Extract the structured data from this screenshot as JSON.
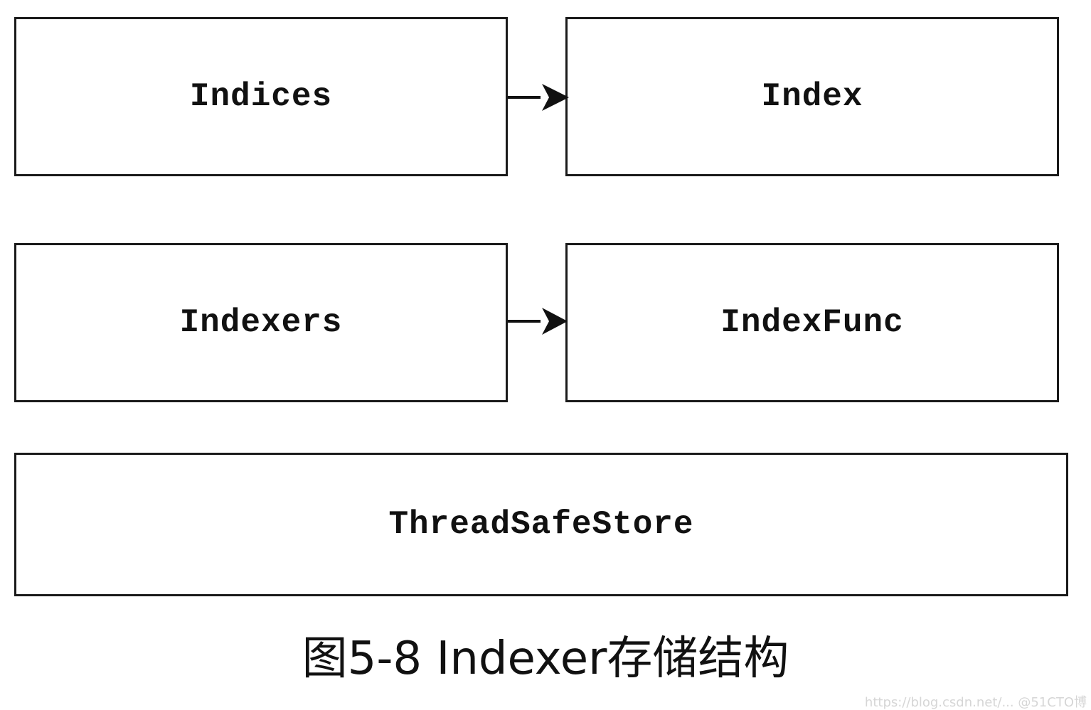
{
  "diagram": {
    "nodes": {
      "indices": "Indices",
      "index": "Index",
      "indexers": "Indexers",
      "indexfunc": "IndexFunc",
      "threadsafestore": "ThreadSafeStore"
    },
    "edges": [
      {
        "from": "Indices",
        "to": "Index"
      },
      {
        "from": "Indexers",
        "to": "IndexFunc"
      }
    ]
  },
  "caption": "图5-8 Indexer存储结构",
  "watermark": "https://blog.csdn.net/... @51CTO博"
}
